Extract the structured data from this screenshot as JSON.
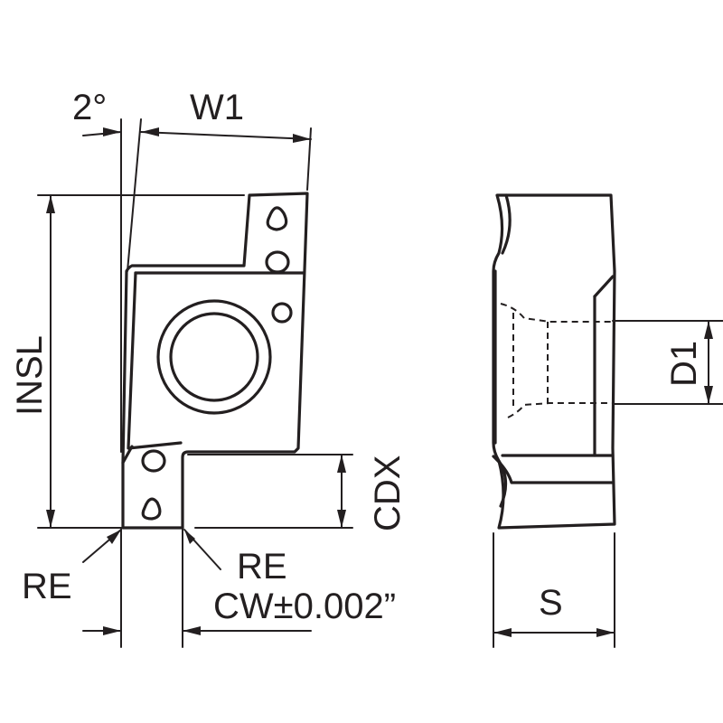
{
  "labels": {
    "angle": "2°",
    "w1": "W1",
    "insl": "INSL",
    "cdx": "CDX",
    "re_left": "RE",
    "re_right": "RE",
    "cw": "CW±0.002”",
    "d1": "D1",
    "s": "S"
  },
  "colors": {
    "line": "#231f20",
    "background": "#ffffff"
  }
}
